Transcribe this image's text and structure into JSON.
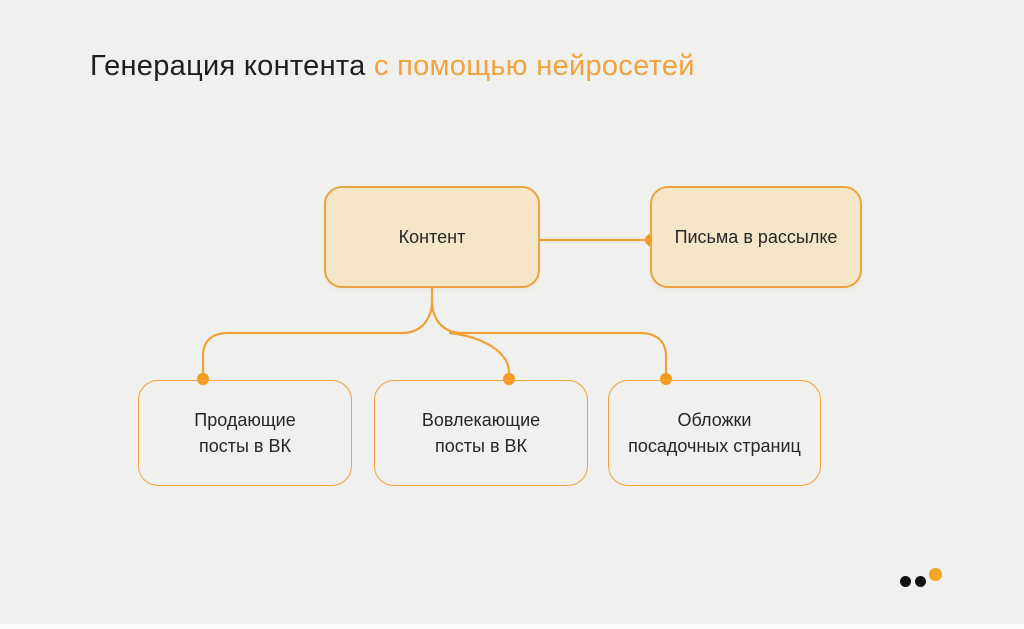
{
  "title": {
    "dark": "Генерация контента ",
    "accent": "с помощью нейросетей"
  },
  "diagram": {
    "root": {
      "label": "Контент"
    },
    "mail": {
      "label": "Письма в рассылке"
    },
    "children": [
      {
        "label": "Продающие\nпосты в ВК"
      },
      {
        "label": "Вовлекающие\nпосты в ВК"
      },
      {
        "label": "Обложки\nпосадочных страниц"
      }
    ]
  },
  "colors": {
    "background": "#f0f0ee",
    "title_dark": "#1e1e1e",
    "title_accent": "#f2a33b",
    "node_fill": "#f6e6c8",
    "node_border": "#eaa440",
    "connector": "#f0a238",
    "connector_dot": "#f59b20",
    "logo_black": "#111111",
    "logo_orange": "#f5a623"
  },
  "footer": {
    "logo_dots": [
      "black",
      "black",
      "orange"
    ]
  }
}
